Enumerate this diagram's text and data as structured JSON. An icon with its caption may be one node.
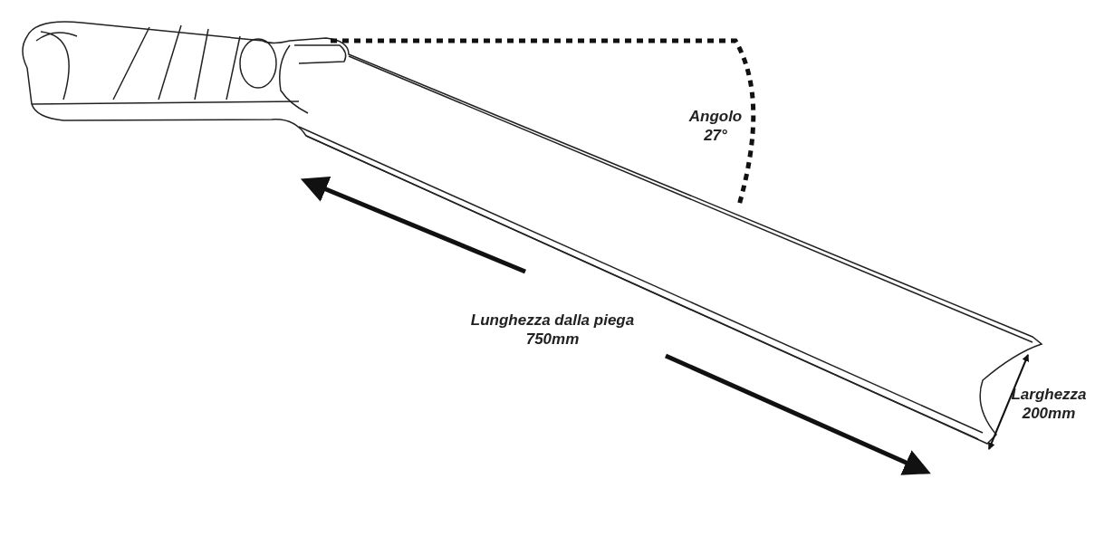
{
  "diagram": {
    "labels": [
      "Angolo 27°",
      "Lunghezza dalla piega 750mm",
      "Larghezza 200mm"
    ]
  }
}
